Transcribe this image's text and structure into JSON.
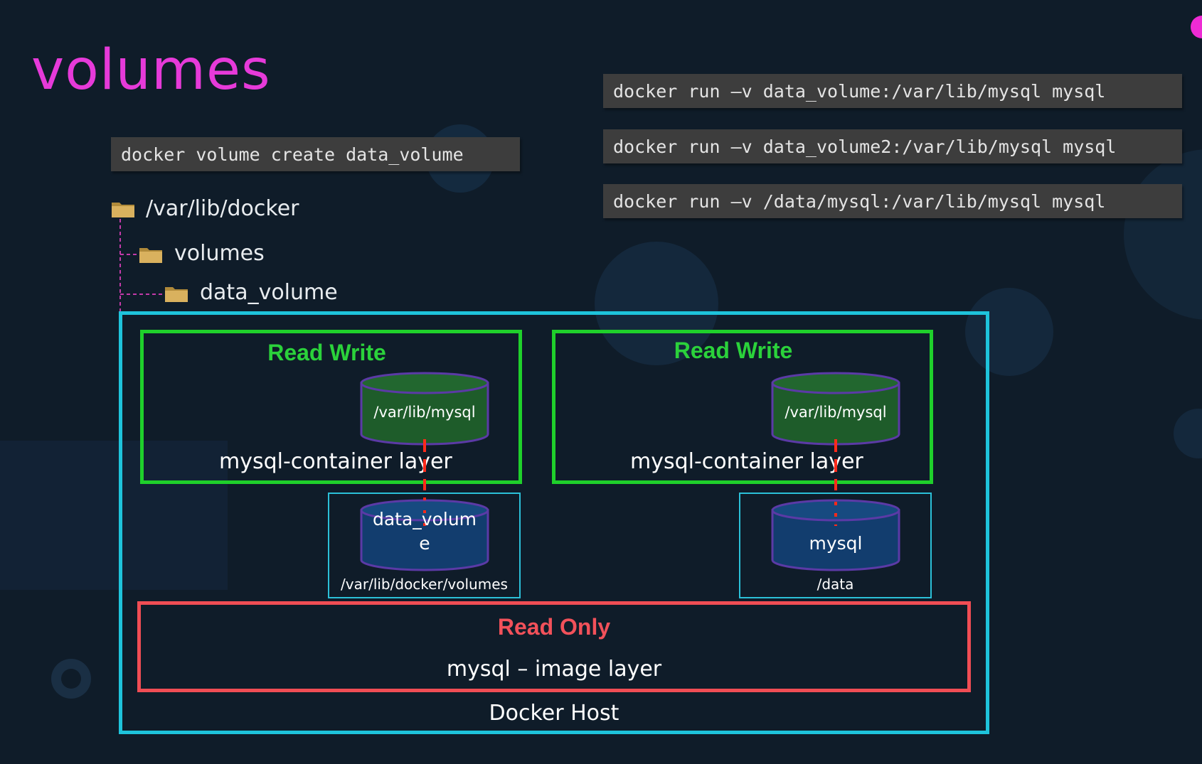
{
  "slide": {
    "title": "volumes"
  },
  "commands": {
    "volume_create": "docker volume create data_volume",
    "run_1": "docker run –v data_volume:/var/lib/mysql mysql",
    "run_2": "docker run –v data_volume2:/var/lib/mysql mysql",
    "run_3": "docker run –v /data/mysql:/var/lib/mysql mysql"
  },
  "tree": {
    "root": "/var/lib/docker",
    "child": "volumes",
    "grandchild": "data_volume"
  },
  "diagram": {
    "host_label": "Docker Host",
    "left": {
      "rw_title": "Read Write",
      "mount_path": "/var/lib/mysql",
      "layer_label": "mysql-container layer",
      "volume_name_line1": "data_volum",
      "volume_name_line2": "e",
      "volume_location": "/var/lib/docker/volumes"
    },
    "right": {
      "rw_title": "Read Write",
      "mount_path": "/var/lib/mysql",
      "layer_label": "mysql-container layer",
      "volume_name": "mysql",
      "volume_location": "/data"
    },
    "readonly": {
      "title": "Read Only",
      "layer_label": "mysql – image layer"
    }
  },
  "colors": {
    "background": "#0f1c29",
    "title": "#e63ad9",
    "read_write": "#1fd02b",
    "read_only": "#f04d54",
    "host_border": "#1ec3db",
    "container_cylinder": "#1e5c2a",
    "volume_cylinder": "#123d6e",
    "connector": "#ff2a1a"
  },
  "icons": [
    "folder-icon"
  ]
}
